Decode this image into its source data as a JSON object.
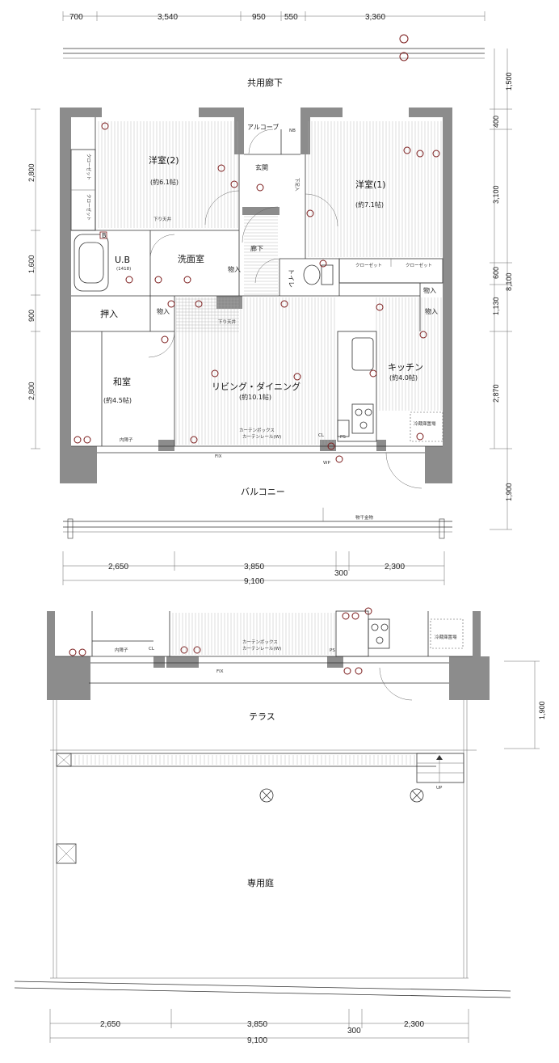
{
  "top_dims": [
    "700",
    "3,540",
    "950",
    "550",
    "3,360"
  ],
  "right_dims_upper": [
    "1,500",
    "400",
    "3,100",
    "600",
    "1,130",
    "2,870",
    "1,900"
  ],
  "right_total": "8,100",
  "left_dims": [
    "2,800",
    "1,600",
    "900",
    "2,800"
  ],
  "mid_bottom_dims": [
    "2,650",
    "3,850",
    "300",
    "2,300"
  ],
  "mid_total": "9,100",
  "corridor": "共用廊下",
  "balcony": "バルコニー",
  "monohoshi": "物干金物",
  "rooms": {
    "western2": "洋室(2)",
    "western2_area": "(約6.1帖)",
    "western1": "洋室(1)",
    "western1_area": "(約7.1帖)",
    "alcove": "アルコーブ",
    "nb": "NB",
    "entrance": "玄関",
    "shoes": "下足入",
    "hall": "廊下",
    "toilet": "トイレ",
    "ub": "U.B",
    "ub_size": "(1418)",
    "washroom": "洗面室",
    "storage": "物入",
    "oshiire": "押入",
    "tatami": "和室",
    "tatami_area": "(約4.5帖)",
    "living": "リビング・ダイニング",
    "living_area": "(約10.1帖)",
    "kitchen": "キッチン",
    "kitchen_area": "(約4.0帖)",
    "fridge": "冷蔵庫置場",
    "closet": "クローゼット",
    "curtain_box": "カーテンボックス",
    "curtain_rail": "カーテンレール(W)",
    "fix": "FIX",
    "sagari": "下り天井",
    "ps": "PS",
    "wp": "WP",
    "cl": "CL",
    "naishoji": "内障子"
  },
  "lower": {
    "terrace": "テラス",
    "private_garden": "専用庭",
    "up": "UP",
    "right_dim": "1,900",
    "bottom_dims": [
      "2,650",
      "3,850",
      "300",
      "2,300"
    ],
    "bottom_total": "9,100"
  }
}
